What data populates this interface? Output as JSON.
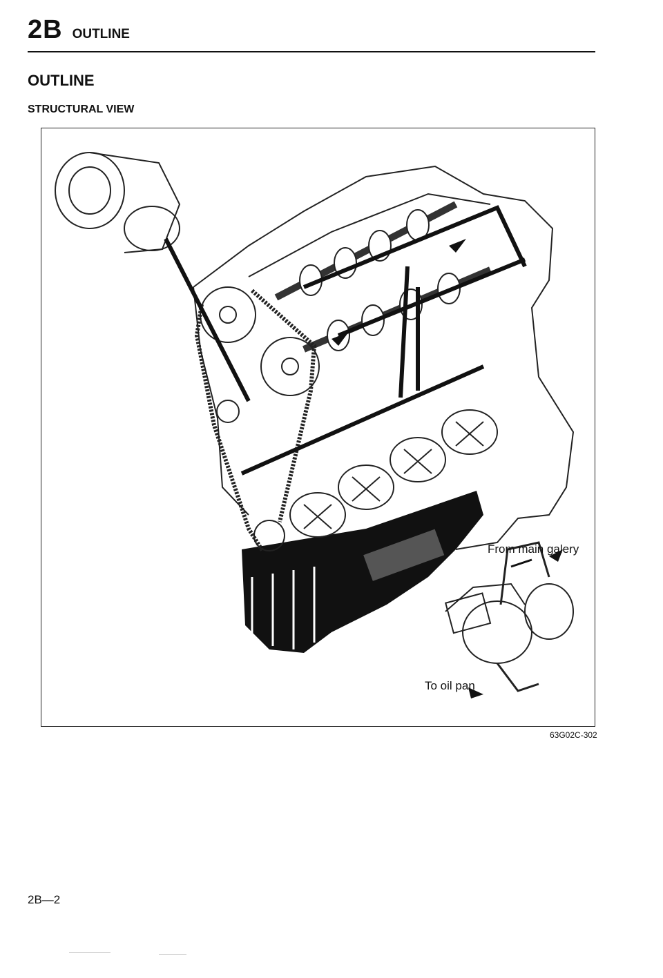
{
  "header": {
    "chapter_code": "2B",
    "chapter_title": "OUTLINE"
  },
  "section": {
    "title": "OUTLINE",
    "subtitle": "STRUCTURAL VIEW"
  },
  "figure": {
    "callouts": {
      "from_main_galery": "From main galery",
      "to_oil_pan": "To oil pan"
    },
    "figure_code": "63G02C-302"
  },
  "footer": {
    "page_number": "2B—2"
  }
}
